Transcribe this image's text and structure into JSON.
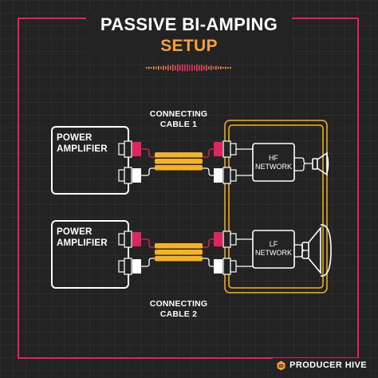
{
  "title": "PASSIVE BI-AMPING",
  "subtitle": "SETUP",
  "amplifier_1": {
    "line1": "POWER",
    "line2": "AMPLIFIER"
  },
  "amplifier_2": {
    "line1": "POWER",
    "line2": "AMPLIFIER"
  },
  "cable_1": {
    "line1": "CONNECTING",
    "line2": "CABLE 1"
  },
  "cable_2": {
    "line1": "CONNECTING",
    "line2": "CABLE 2"
  },
  "hf_network": {
    "line1": "HF",
    "line2": "NETWORK"
  },
  "lf_network": {
    "line1": "LF",
    "line2": "NETWORK"
  },
  "brand": {
    "name": "PRODUCER HIVE"
  },
  "colors": {
    "accent_pink": "#e0245e",
    "accent_orange": "#f7a13a",
    "cable_yellow": "#f5b324",
    "line_white": "#ffffff",
    "background": "#232323"
  }
}
